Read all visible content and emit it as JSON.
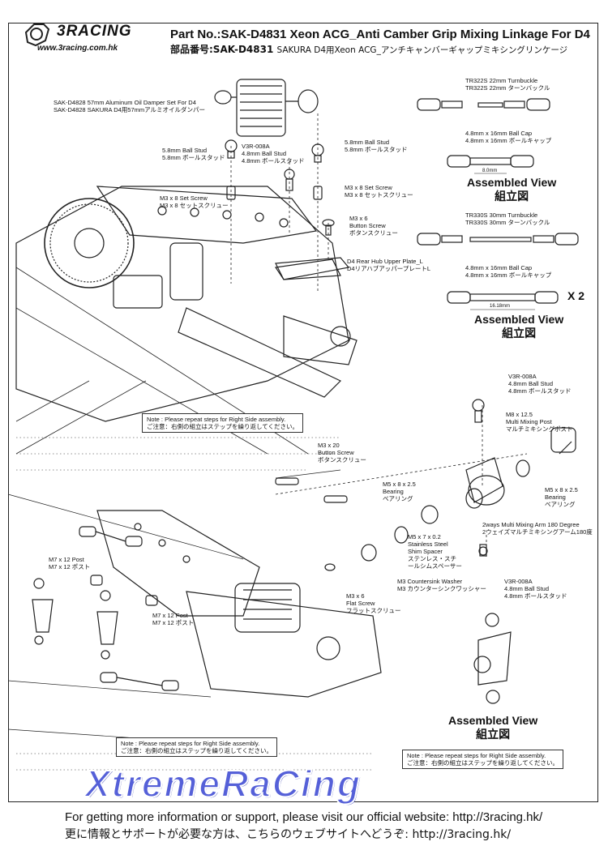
{
  "header": {
    "brand": "3RACING",
    "url": "www.3racing.com.hk",
    "title": "Part No.:SAK-D4831 Xeon ACG_Anti Camber Grip Mixing Linkage For D4",
    "title_jp": "部品番号:SAK-D4831",
    "title_jp_sub": "SAKURA D4用Xeon ACG_アンチキャンバーギャップミキシングリンケージ"
  },
  "labels": {
    "damper": [
      "SAK-D4828 57mm Aluminum Oil Damper Set For D4",
      "SAK-D4828 SAKURA D4用57mmアルミオイルダンパー"
    ],
    "ball_stud_l": [
      "5.8mm Ball Stud",
      "5.8mm ボールスタッド"
    ],
    "v3r_top": [
      "V3R-008A",
      "4.8mm Ball Stud",
      "4.8mm ボールスタッド"
    ],
    "ball_stud_r": [
      "5.8mm Ball Stud",
      "5.8mm ボールスタッド"
    ],
    "set_screw_l": [
      "M3 x 8 Set Screw",
      "M3 x 8 セットスクリュー"
    ],
    "set_screw_r": [
      "M3 x 8 Set Screw",
      "M3 x 8 セットスクリュー"
    ],
    "button_screw_6": [
      "M3 x 6",
      "Button Screw",
      "ボタンスクリュー"
    ],
    "hub_plate": [
      "D4 Rear Hub Upper Plate_L",
      "D4リアハブアッパープレートL"
    ],
    "turnbuckle_22": [
      "TR322S 22mm Turnbuckle",
      "TR322S 22mm ターンバックル"
    ],
    "ball_cap_1": [
      "4.8mm x 16mm Ball Cap",
      "4.8mm x 16mm ボールキャップ"
    ],
    "turnbuckle_30": [
      "TR330S 30mm Turnbuckle",
      "TR330S 30mm ターンバックル"
    ],
    "ball_cap_2": [
      "4.8mm x 16mm Ball Cap",
      "4.8mm x 16mm ボールキャップ"
    ],
    "v3r_mid": [
      "V3R-008A",
      "4.8mm Ball Stud",
      "4.8mm ボールスタッド"
    ],
    "mixing_post": [
      "M8 x 12.5",
      "Multi Mixing Post",
      "マルチミキシングポスト"
    ],
    "button_screw_20": [
      "M3 x 20",
      "Button Screw",
      "ボタンスクリュー"
    ],
    "bearing_l": [
      "M5 x 8 x 2.5",
      "Bearing",
      "ベアリング"
    ],
    "bearing_r": [
      "M5 x 8 x 2.5",
      "Bearing",
      "ベアリング"
    ],
    "mixing_arm": [
      "2ways Multi Mixing Arm 180 Degree",
      "2ウェイズマルチミキシングアーム180度"
    ],
    "shim": [
      "M5 x 7 x 0.2",
      "Stainless Steel",
      "Shim Spacer",
      "ステンレス・スチ",
      "ールシムスペーサー"
    ],
    "washer": [
      "M3 Countersink Washer",
      "M3 カウンターシンクワッシャー"
    ],
    "v3r_bot": [
      "V3R-008A",
      "4.8mm Ball Stud",
      "4.8mm ボールスタッド"
    ],
    "flat_screw": [
      "M3 x 6",
      "Flat Screw",
      "フラットスクリュー"
    ],
    "post_l": [
      "M7 x 12 Post",
      "M7 x 12 ポスト"
    ],
    "post_r": [
      "M7 x 12 Post",
      "M7 x 12 ポスト"
    ]
  },
  "dims": {
    "d1": "8.0mm",
    "d2": "16.18mm"
  },
  "multiplier": "X 2",
  "assembled": {
    "a1": [
      "Assembled View",
      "組立図"
    ],
    "a2": [
      "Assembled View",
      "組立図"
    ],
    "a3": [
      "Assembled View",
      "組立図"
    ]
  },
  "notes": {
    "n1": [
      "Note : Please repeat steps for Right Side assembly.",
      "ご注意：右側の組立はステップを繰り返してください。"
    ],
    "n2": [
      "Note : Please repeat steps for Right Side assembly.",
      "ご注意：右側の組立はステップを繰り返してください。"
    ],
    "n3": [
      "Note : Please repeat steps for Right Side assembly.",
      "ご注意：右側の組立はステップを繰り返してください。"
    ]
  },
  "watermark": "XtremeRaCing",
  "footer": {
    "line1": "For getting more information or support, please visit our official website: http://3racing.hk/",
    "line2": "更に情報とサポートが必要な方は、こちらのウェブサイトへどうぞ: http://3racing.hk/"
  }
}
